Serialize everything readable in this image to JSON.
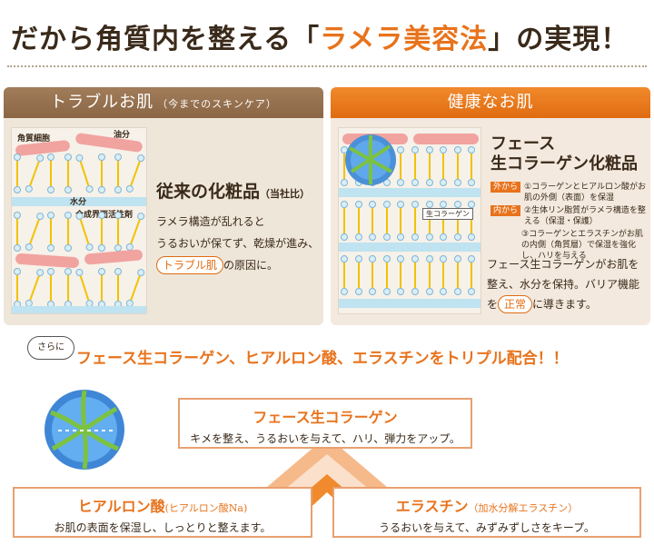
{
  "header": {
    "title_pre": "だから角質内を整える「",
    "title_highlight": "ラメラ美容法",
    "title_post": "」の実現！"
  },
  "left_panel": {
    "heading": "トラブルお肌",
    "heading_sub": "（今までのスキンケア）",
    "labels": {
      "oil": "油分",
      "keratin": "角質細胞",
      "water": "水分",
      "surfactant": "合成界面活性剤"
    },
    "product_title": "従来の化粧品",
    "product_title_note": "（当社比）",
    "text_1": "ラメラ構造が乱れると",
    "text_2": "うるおいが保てず、乾燥が進み、",
    "pill": "トラブル肌",
    "text_3": "の原因に。"
  },
  "right_panel": {
    "heading": "健康なお肌",
    "collagen_label": "生コラーゲン",
    "product_title_1": "フェース",
    "product_title_2": "生コラーゲン化粧品",
    "list": [
      {
        "badge": "外から",
        "text": "①コラーゲンとヒアルロン酸がお肌の外側（表面）を保湿"
      },
      {
        "badge": "内から",
        "text": "②生体リン脂質がラメラ構造を整える（保湿・保護）"
      },
      {
        "badge": "",
        "text": "③コラーゲンとエラスチンがお肌の内側（角質層）で保湿を強化し、ハリを与える"
      }
    ],
    "text_1": "フェース生コラーゲンがお肌を",
    "text_2": "整え、水分を保持。バリア機能",
    "text_3_pre": "を",
    "pill": "正常",
    "text_3_post": "に導きます。"
  },
  "triple": {
    "badge": "さらに",
    "headline": "フェース生コラーゲン、ヒアルロン酸、エラスチンをトリプル配合！！"
  },
  "boxes": {
    "top_title": "フェース生コラーゲン",
    "top_desc": "キメを整え、うるおいを与えて、ハリ、弾力をアップ。",
    "left_title": "ヒアルロン酸",
    "left_title_note": "(ヒアルロン酸Na)",
    "left_desc": "お肌の表面を保湿し、しっとりと整えます。",
    "right_title": "エラスチン",
    "right_title_note": "（加水分解エラスチン）",
    "right_desc": "うるおいを与えて、みずみずしさをキープ。"
  },
  "colors": {
    "accent": "#e8731c",
    "brown": "#8a6645",
    "text": "#3a2a1a",
    "panel_bg": "#efe6da"
  }
}
